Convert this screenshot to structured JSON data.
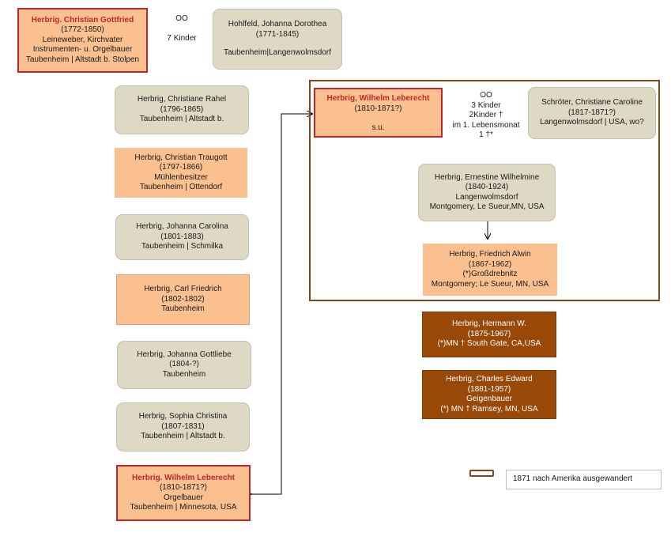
{
  "root_person": {
    "name": "Herbrig. Christian Gottfried",
    "dates": "(1772-1850)",
    "line1": "Leineweber, Kirchvater",
    "line2": "Instrumenten- u. Orgelbauer",
    "line3": "Taubenheim | Altstadt b. Stolpen"
  },
  "root_marriage": {
    "symbol": "OO",
    "children": "7 Kinder"
  },
  "root_spouse": {
    "name": "Hohlfeld, Johanna Dorothea",
    "dates": "(1771-1845)",
    "place": "Taubenheim|Langenwolmsdorf"
  },
  "children": [
    {
      "name": "Herbrig, Christiane Rahel",
      "dates": "(1796-1865)",
      "place": "Taubenheim | Altstadt b."
    },
    {
      "name": "Herbrig, Christian Traugott",
      "dates": "(1797-1866)",
      "extra": "Mühlenbesitzer",
      "place": "Taubenheim | Ottendorf"
    },
    {
      "name": "Herbrig, Johanna Carolina",
      "dates": "(1801-1883)",
      "place": "Taubenheim | Schmilka"
    },
    {
      "name": "Herbrig, Carl Friedrich",
      "dates": "(1802-1802)",
      "place": "Taubenheim"
    },
    {
      "name": "Herbrig, Johanna Gottliebe",
      "dates": "(1804-?)",
      "place": "Taubenheim"
    },
    {
      "name": "Herbrig, Sophia Christina",
      "dates": "(1807-1831)",
      "place": "Taubenheim | Altstadt b."
    },
    {
      "name": "Herbrig. Wilhelm Leberecht",
      "dates": "(1810-1871?)",
      "extra": "Orgelbauer",
      "place": "Taubenheim | Minnesota, USA"
    }
  ],
  "wilhelm": {
    "name": "Herbrig, Wilhelm Leberecht",
    "dates": "(1810-1871?)",
    "note": "s.u."
  },
  "marriage2": {
    "symbol": "OO",
    "line1": "3 Kinder",
    "line2": "2Kinder †",
    "line3": "im 1. Lebensmonat",
    "line4": "1 †*"
  },
  "spouse2": {
    "name": "Schröter,  Christiane Caroline",
    "dates": "(1817-1871?)",
    "place": "Langenwolmsdorf | USA, wo?"
  },
  "ernestine": {
    "name": "Herbrig, Ernestine Wilhelmine",
    "dates": "(1840-1924)",
    "place1": "Langenwolmsdorf",
    "place2": "Montgomery, Le Sueur,MN, USA"
  },
  "alwin": {
    "name": "Herbrig, Friedrich Alwin",
    "dates": "(1867-1962)",
    "born": "(*)Großdrebnitz",
    "place": "Montgomery; Le Sueur, MN, USA"
  },
  "hermann": {
    "name": "Herbrig, Hermann W.",
    "dates": "(1875-1967)",
    "place": "(*)MN † South Gate, CA,USA"
  },
  "charles": {
    "name": "Herbrig, Charles Edward",
    "dates": "(1881-1957)",
    "extra": "Geigenbauer",
    "place": "(*) MN † Ramsey, MN, USA"
  },
  "legend": {
    "label": "1871 nach Amerika ausgewandert",
    "color": "#8b4513"
  },
  "colors": {
    "grey": "#ddd9c4",
    "peach": "#fac090",
    "red": "#c0272d",
    "brown": "#984807"
  }
}
